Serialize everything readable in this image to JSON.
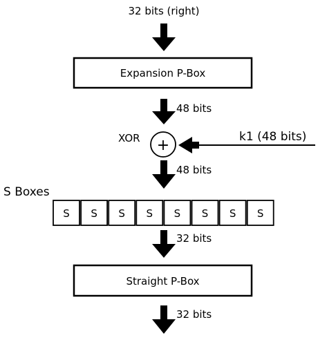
{
  "diagram": {
    "input_label": "32 bits (right)",
    "expansion_box": "Expansion P-Box",
    "after_expansion": "48 bits",
    "xor_label": "XOR",
    "xor_symbol": "+",
    "key_label": "k1 (48 bits)",
    "after_xor": "48 bits",
    "sboxes_label": "S Boxes",
    "sboxes": [
      "S",
      "S",
      "S",
      "S",
      "S",
      "S",
      "S",
      "S"
    ],
    "after_sboxes": "32 bits",
    "straight_box": "Straight P-Box",
    "output_label": "32 bits"
  },
  "colors": {
    "stroke": "#000000",
    "background": "#ffffff"
  }
}
